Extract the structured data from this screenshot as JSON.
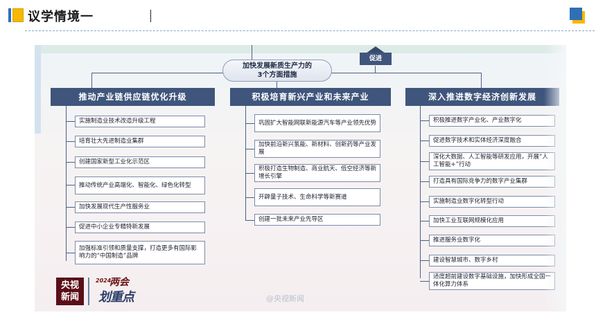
{
  "header": {
    "title": "议学情境一"
  },
  "diagram": {
    "center": {
      "line1": "加快发展新质生产力的",
      "line2": "3个方面措施"
    },
    "promote_label": "促进",
    "columns": [
      {
        "heading": "推动产业链供应链优化升级",
        "items": [
          "实施制造业技术改造升级工程",
          "培育壮大先进制造业集群",
          "创建国家新型工业化示范区",
          "推动传统产业高端化、智能化、绿色化转型",
          "加快发展现代生产性服务业",
          "促进中小企业专精特新发展",
          "加强标准引领和质量支撑，打造更多有国际影响力的“中国制造”品牌"
        ]
      },
      {
        "heading": "积极培育新兴产业和未来产业",
        "items": [
          "巩固扩大智能网联新能源汽车等产业领先优势",
          "加快前沿新兴氢能、新材料、创新药等产业发展",
          "积极打造生物制造、商业航天、低空经济等新增长引擎",
          "开辟量子技术、生命科学等新赛道",
          "创建一批未来产业先导区"
        ]
      },
      {
        "heading": "深入推进数字经济创新发展",
        "items": [
          "积极推进数字产业化、产业数字化",
          "促进数字技术和实体经济深度融合",
          "深化大数据、人工智能等研发应用，开展“人工智能+”行动",
          "打造具有国际竞争力的数字产业集群",
          "实施制造业数字化转型行动",
          "加快工业互联网规模化应用",
          "推进服务业数字化",
          "建设智慧城市、数字乡村",
          "适度超前建设数字基础设施，加快形成全国一体化算力体系"
        ]
      }
    ]
  },
  "logos": {
    "cctv_line1": "央视",
    "cctv_line2": "新闻",
    "year": "2024",
    "lianghui": "两会",
    "huazhongdian": "划重点"
  },
  "watermark": "@央视新闻"
}
